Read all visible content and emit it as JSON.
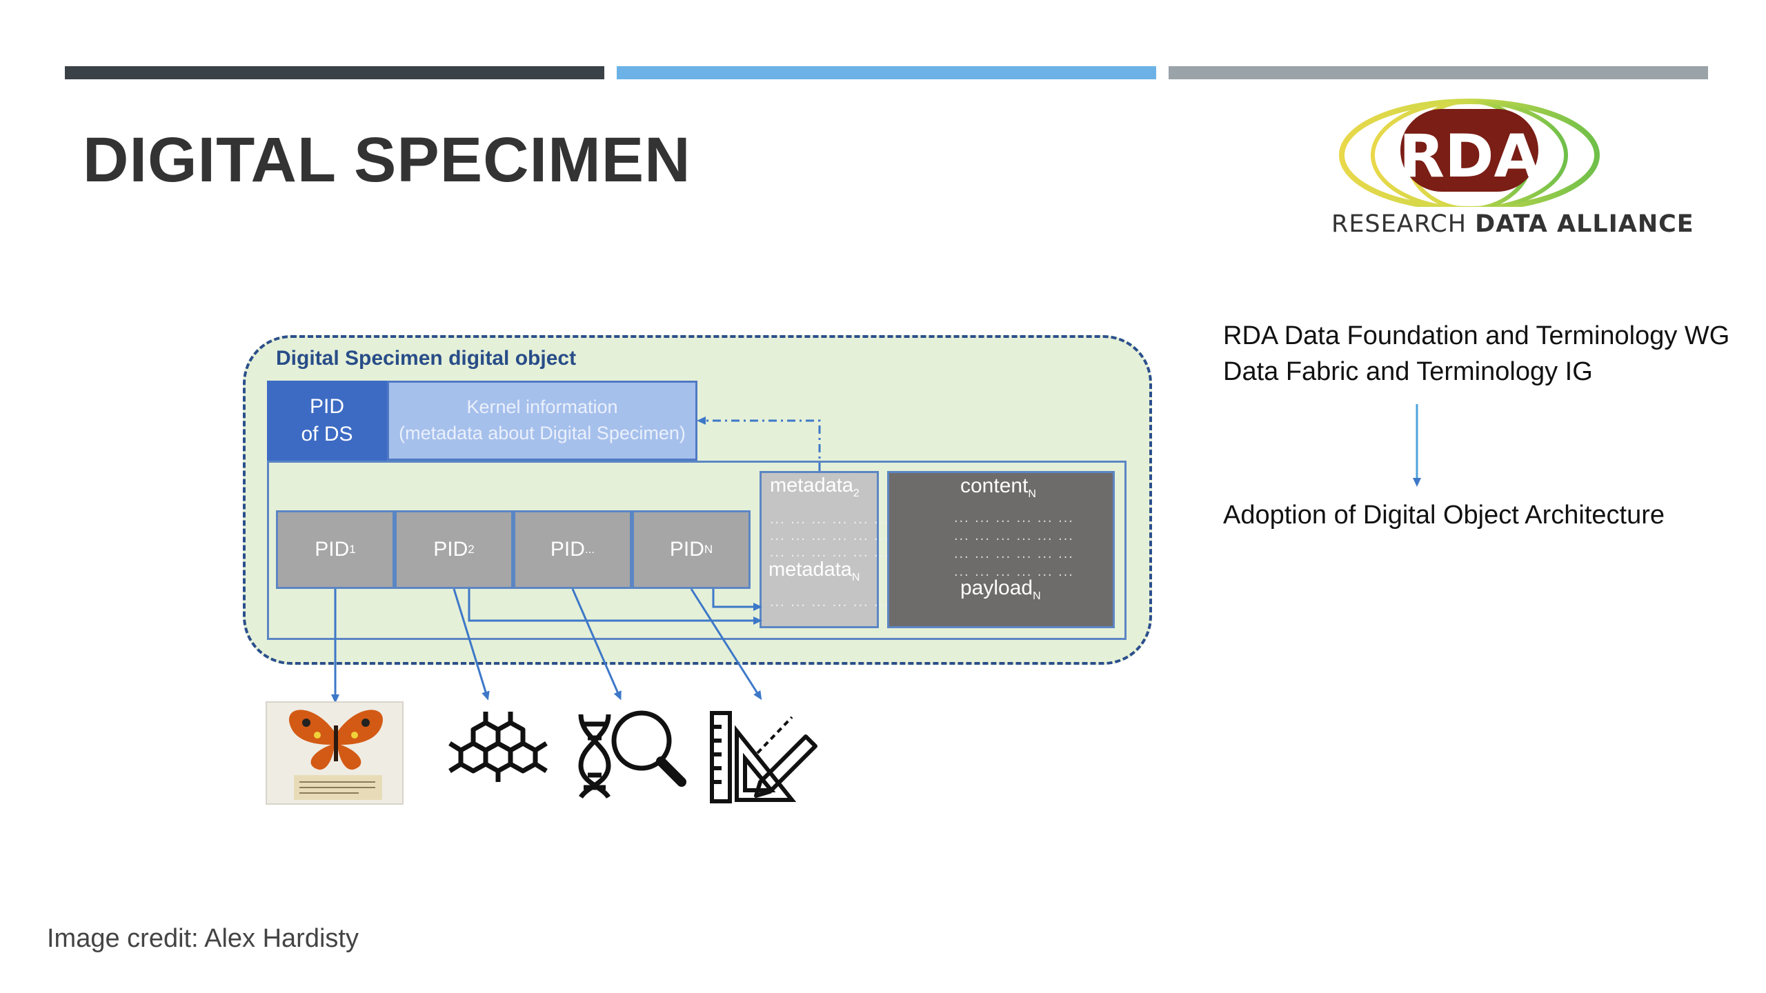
{
  "slide": {
    "title": "DIGITAL SPECIMEN",
    "colors": {
      "bar_dark": "#3a4147",
      "bar_blue": "#6cb2e6",
      "bar_grey": "#9aa3a8"
    }
  },
  "logo": {
    "mark": "RDA",
    "caption_light": "RESEARCH ",
    "caption_bold": "DATA ALLIANCE"
  },
  "diagram": {
    "outer_label": "Digital Specimen digital object",
    "pid_ds": {
      "line1": "PID",
      "line2": "of DS"
    },
    "kernel": {
      "line1": "Kernel information",
      "line2": "(metadata about Digital Specimen)"
    },
    "pids": [
      {
        "label": "PID",
        "sub": "1"
      },
      {
        "label": "PID",
        "sub": "2"
      },
      {
        "label": "PID",
        "sub": "..."
      },
      {
        "label": "PID",
        "sub": "N"
      }
    ],
    "metadata": {
      "top": {
        "label": "metadata",
        "sub": "2"
      },
      "bottom": {
        "label": "metadata",
        "sub": "N"
      },
      "dots": "... ... ... ... ... ..."
    },
    "content": {
      "top": {
        "label": "content",
        "sub": "N"
      },
      "bottom": {
        "label": "payload",
        "sub": "N"
      },
      "dots": "... ... ... ... ... ..."
    },
    "icons": [
      "butterfly-specimen-icon",
      "molecule-icon",
      "dna-search-icon",
      "measurement-tools-icon"
    ]
  },
  "right_panel": {
    "line1": "RDA Data Foundation and Terminology WG",
    "line2": "Data Fabric and Terminology IG",
    "result": "Adoption of Digital Object Architecture"
  },
  "footer": {
    "credit": "Image credit: Alex Hardisty"
  }
}
